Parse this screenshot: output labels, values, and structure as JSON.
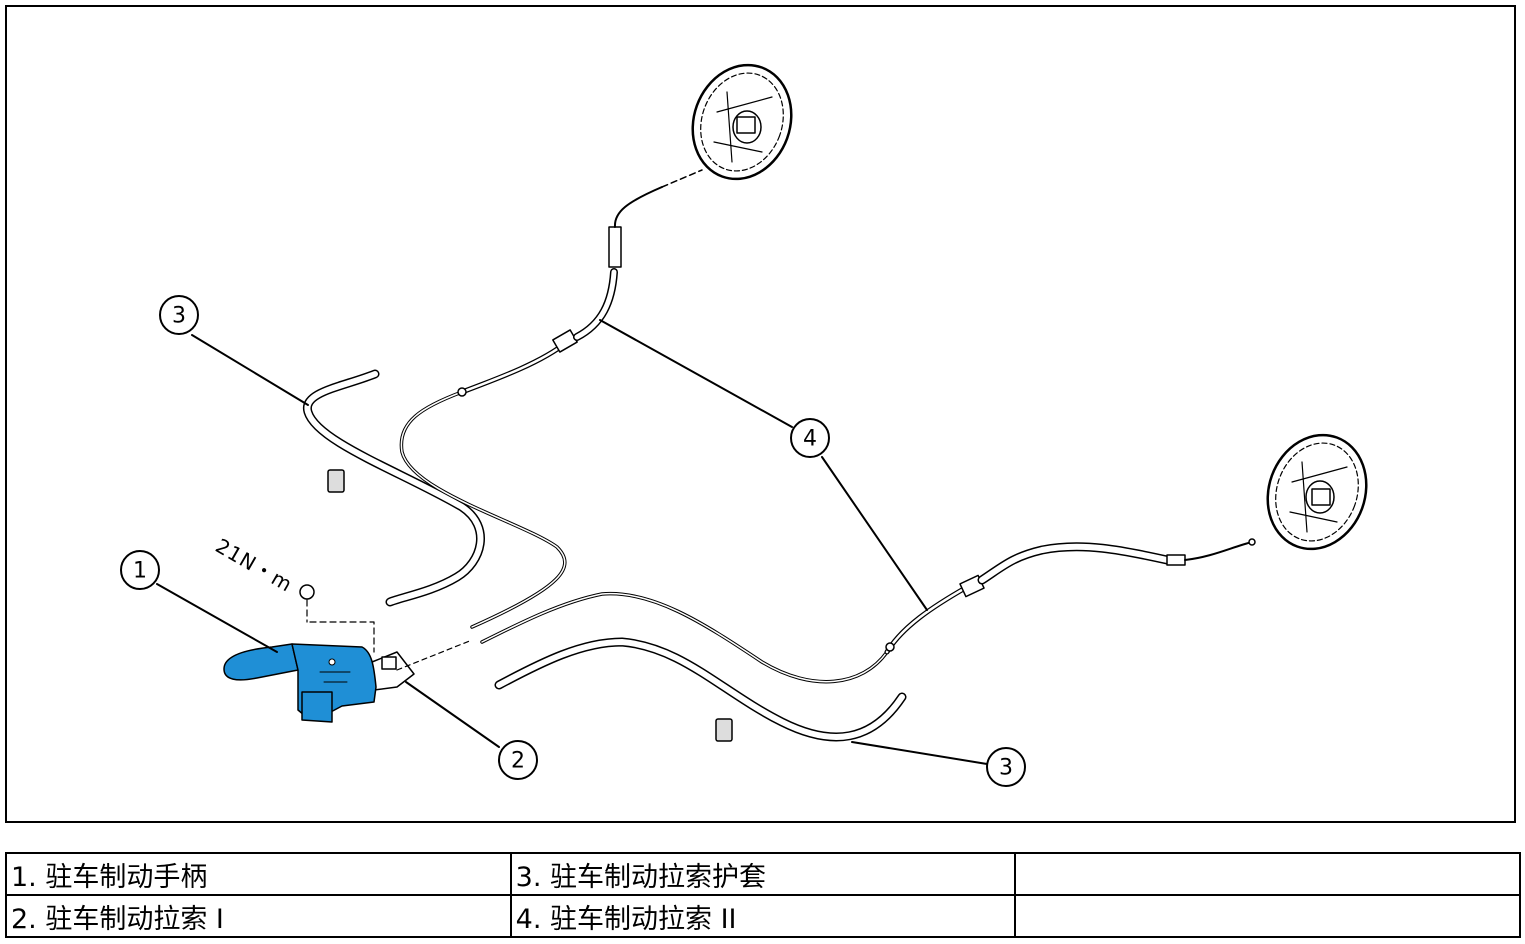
{
  "figure": {
    "torque_label": "21N・m",
    "callouts": {
      "c1": "1",
      "c2": "2",
      "c3_upper": "3",
      "c3_lower": "3",
      "c4": "4"
    },
    "colors": {
      "handle_fill": "#1f8fd6",
      "line": "#000000"
    }
  },
  "legend": {
    "rows": [
      [
        "1. 驻车制动手柄",
        "3. 驻车制动拉索护套",
        ""
      ],
      [
        "2. 驻车制动拉索 I",
        "4. 驻车制动拉索 II",
        ""
      ]
    ]
  }
}
